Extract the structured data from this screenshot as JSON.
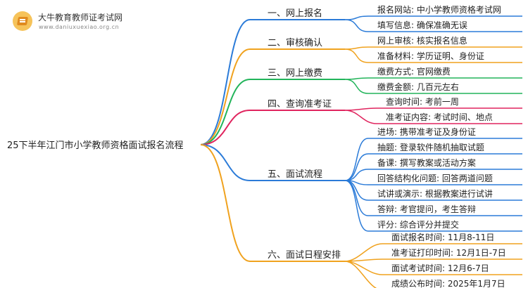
{
  "logo": {
    "title": "大牛教育教师证考试网",
    "url": "www.daniuxuexiao.org.cn"
  },
  "root": "25下半年江门市小学教师资格面试报名流程",
  "branches": [
    {
      "label": "一、网上报名",
      "color": "#2b7bd8",
      "items": [
        "报名网站: 中小学教师资格考试网",
        "填写信息: 确保准确无误"
      ]
    },
    {
      "label": "二、审核确认",
      "color": "#f0a21e",
      "items": [
        "网上审核: 核实报名信息",
        "准备材料: 学历证明、身份证"
      ]
    },
    {
      "label": "三、网上缴费",
      "color": "#22b45a",
      "items": [
        "缴费方式: 官网缴费",
        "缴费金额: 几百元左右"
      ]
    },
    {
      "label": "四、查询准考证",
      "color": "#e0245e",
      "items": [
        "查询时间: 考前一周",
        "准考证内容: 考试时间、地点"
      ]
    },
    {
      "label": "五、面试流程",
      "color": "#2b7bd8",
      "items": [
        "进场: 携带准考证及身份证",
        "抽题: 登录软件随机抽取试题",
        "备课: 撰写教案或活动方案",
        "回答结构化问题: 回答两道问题",
        "试讲或演示: 根据教案进行试讲",
        "答辩: 考官提问，考生答辩",
        "评分: 综合评分并提交"
      ]
    },
    {
      "label": "六、面试日程安排",
      "color": "#f0a21e",
      "items": [
        "面试报名时间: 11月8-11日",
        "准考证打印时间: 12月1日-7日",
        "面试考试时间: 12月6-7日",
        "成绩公布时间: 2025年1月7日"
      ]
    }
  ]
}
